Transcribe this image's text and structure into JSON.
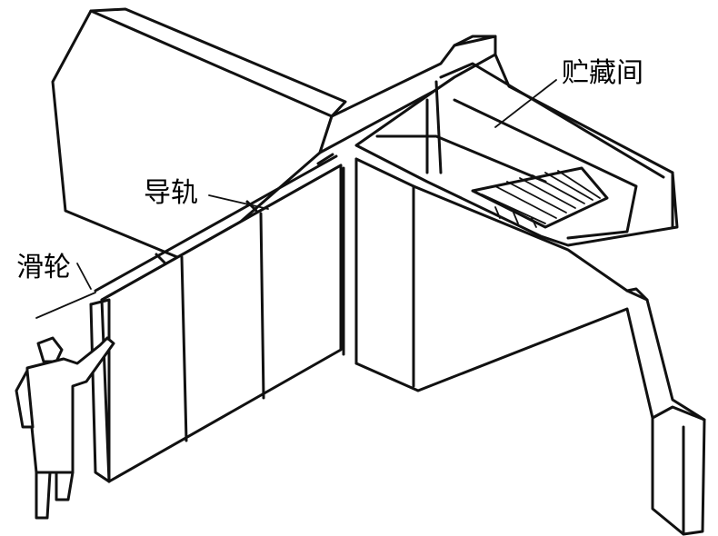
{
  "labels": {
    "storage_room": "贮藏间",
    "guide_rail": "导轨",
    "pulley": "滑轮"
  },
  "colors": {
    "line": "#111111",
    "background": "#ffffff"
  }
}
